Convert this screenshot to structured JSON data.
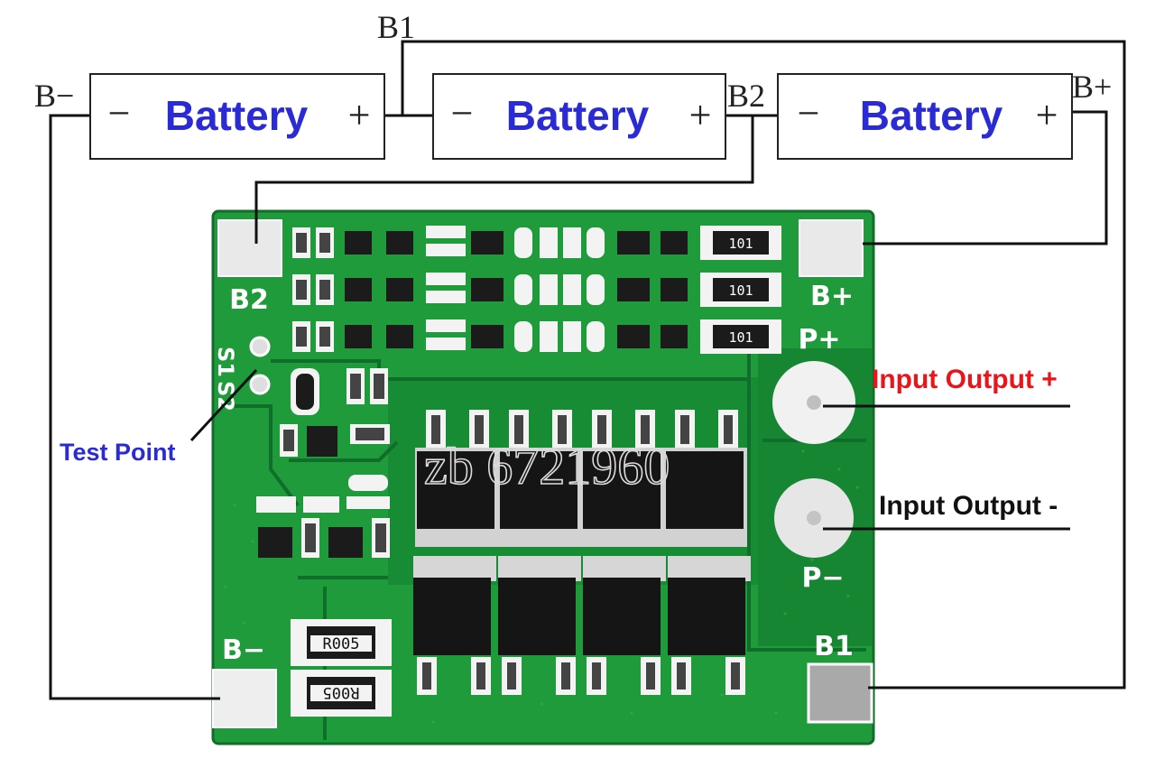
{
  "colors": {
    "pcb_green": "#1f9b3c",
    "pcb_dark": "#0f6e2a",
    "battery_text": "#2b2bd6",
    "annotation_red": "#e8161b",
    "annotation_blue": "#2b2bd6",
    "annotation_black": "#111111",
    "wire": "#111111",
    "pad": "#e8e8e8",
    "silk": "#ffffff"
  },
  "wire_labels": {
    "b_minus": "B−",
    "b1": "B1",
    "b2": "B2",
    "b_plus": "B+"
  },
  "batteries": [
    {
      "minus": "−",
      "label": "Battery",
      "plus": "+"
    },
    {
      "minus": "−",
      "label": "Battery",
      "plus": "+"
    },
    {
      "minus": "−",
      "label": "Battery",
      "plus": "+"
    }
  ],
  "pcb_labels": {
    "b2": "B2",
    "b_plus": "B+",
    "p_plus": "P+",
    "p_minus": "P−",
    "b1": "B1",
    "b_minus": "B−",
    "s1": "S1",
    "s2": "S2"
  },
  "annotations": {
    "input_output_plus": "Input Output +",
    "input_output_minus": "Input Output -",
    "test_point": "Test Point"
  },
  "components": {
    "resistor_101": "101",
    "resistor_r005": "R005"
  },
  "watermark": "zb 6721960"
}
